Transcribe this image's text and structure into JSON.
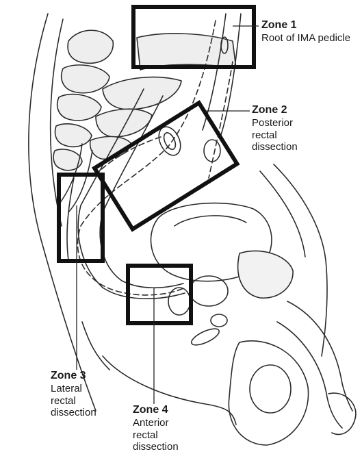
{
  "figure": {
    "zones": [
      {
        "title": "Zone 1",
        "desc": [
          "Root of IMA pedicle"
        ]
      },
      {
        "title": "Zone 2",
        "desc": [
          "Posterior",
          "rectal",
          "dissection"
        ]
      },
      {
        "title": "Zone 3",
        "desc": [
          "Lateral",
          "rectal",
          "dissection"
        ]
      },
      {
        "title": "Zone 4",
        "desc": [
          "Anterior",
          "rectal",
          "dissection"
        ]
      }
    ]
  }
}
